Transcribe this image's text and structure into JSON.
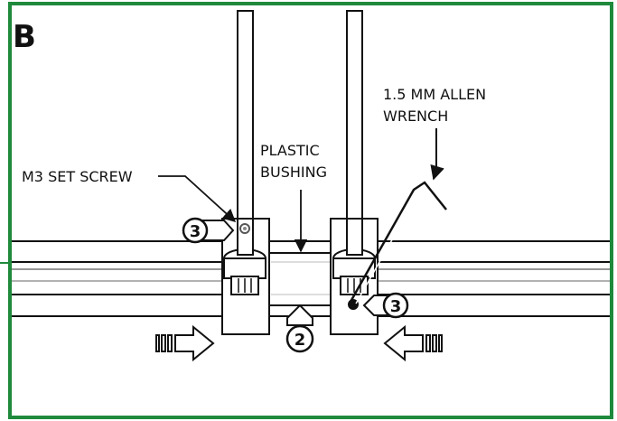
{
  "panel": {
    "letter": "B",
    "border_color": "#1f8a3c"
  },
  "labels": {
    "set_screw": "M3 SET SCREW",
    "bushing_line1": "PLASTIC",
    "bushing_line2": "BUSHING",
    "wrench_line1": "1.5 MM ALLEN",
    "wrench_line2": "WRENCH"
  },
  "step_callouts": {
    "left_screw": "3",
    "bushing": "2",
    "right_screw": "3"
  }
}
